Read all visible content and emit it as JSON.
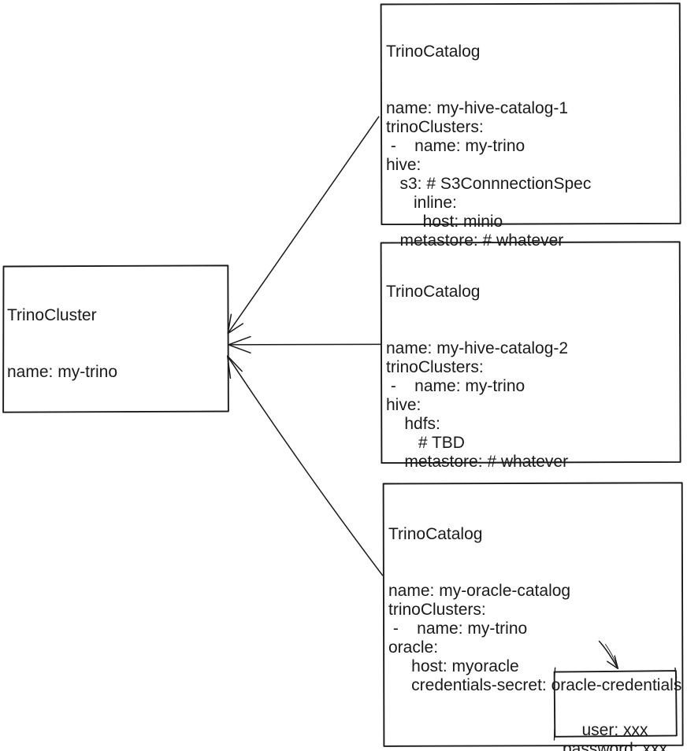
{
  "colors": {
    "ink": "#1a1a1a",
    "background": "#ffffff"
  },
  "nodes": {
    "cluster": {
      "title": "TrinoCluster",
      "lines": [
        "name: my-trino"
      ]
    },
    "catalog1": {
      "title": "TrinoCatalog",
      "lines": [
        "name: my-hive-catalog-1",
        "trinoClusters:",
        " -    name: my-trino",
        "hive:",
        "   s3: # S3ConnnectionSpec",
        "      inline:",
        "        host: minio",
        "   metastore: # whatever"
      ]
    },
    "catalog2": {
      "title": "TrinoCatalog",
      "lines": [
        "name: my-hive-catalog-2",
        "trinoClusters:",
        " -    name: my-trino",
        "hive:",
        "    hdfs:",
        "       # TBD",
        "    metastore: # whatever"
      ]
    },
    "catalog3": {
      "title": "TrinoCatalog",
      "lines": [
        "name: my-oracle-catalog",
        "trinoClusters:",
        " -    name: my-trino",
        "oracle:",
        "     host: myoracle",
        "     credentials-secret: oracle-credentials"
      ]
    },
    "secret": {
      "lines": [
        "user: xxx",
        "password: xxx"
      ]
    }
  }
}
